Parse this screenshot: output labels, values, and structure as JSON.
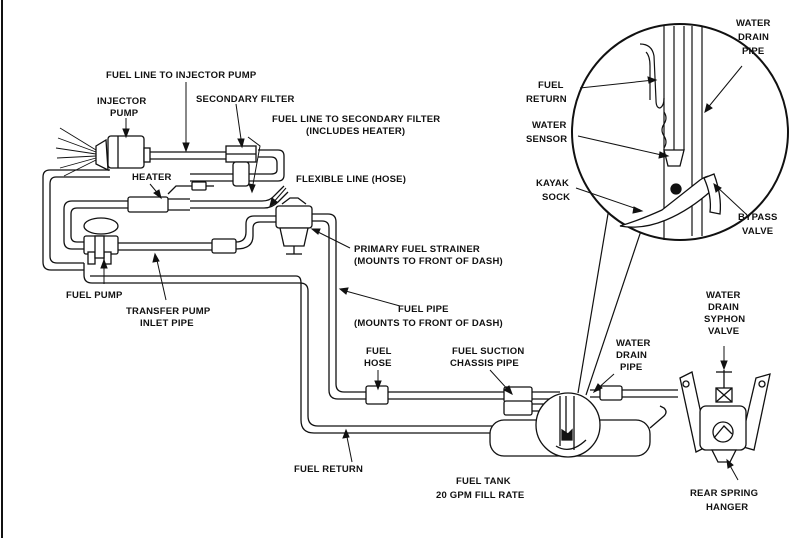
{
  "colors": {
    "line": "#111111",
    "background": "#ffffff"
  },
  "labels": {
    "fuel_line_to_injector_pump": "FUEL LINE TO INJECTOR PUMP",
    "injector_pump_1": "INJECTOR",
    "injector_pump_2": "PUMP",
    "secondary_filter": "SECONDARY FILTER",
    "fuel_line_to_secondary_filter_1": "FUEL LINE TO SECONDARY FILTER",
    "fuel_line_to_secondary_filter_2": "(INCLUDES HEATER)",
    "heater": "HEATER",
    "flexible_line": "FLEXIBLE LINE (HOSE)",
    "primary_fuel_strainer_1": "PRIMARY FUEL STRAINER",
    "primary_fuel_strainer_2": "(MOUNTS TO FRONT OF DASH)",
    "fuel_pump": "FUEL PUMP",
    "transfer_pump_inlet_1": "TRANSFER PUMP",
    "transfer_pump_inlet_2": "INLET PIPE",
    "fuel_pipe_1": "FUEL PIPE",
    "fuel_pipe_2": "(MOUNTS TO FRONT OF DASH)",
    "fuel_hose_1": "FUEL",
    "fuel_hose_2": "HOSE",
    "fuel_suction_1": "FUEL SUCTION",
    "fuel_suction_2": "CHASSIS PIPE",
    "fuel_return_bottom": "FUEL RETURN",
    "fuel_tank_1": "FUEL TANK",
    "fuel_tank_2": "20 GPM FILL RATE",
    "water_drain_pipe_mid_1": "WATER",
    "water_drain_pipe_mid_2": "DRAIN",
    "water_drain_pipe_mid_3": "PIPE",
    "water_drain_top_1": "WATER",
    "water_drain_top_2": "DRAIN",
    "water_drain_top_3": "PIPE",
    "fuel_return_top_1": "FUEL",
    "fuel_return_top_2": "RETURN",
    "water_sensor_1": "WATER",
    "water_sensor_2": "SENSOR",
    "kayak_sock_1": "KAYAK",
    "kayak_sock_2": "SOCK",
    "bypass_valve_1": "BYPASS",
    "bypass_valve_2": "VALVE",
    "syphon_valve_1": "WATER",
    "syphon_valve_2": "DRAIN",
    "syphon_valve_3": "SYPHON",
    "syphon_valve_4": "VALVE",
    "rear_spring_hanger_1": "REAR SPRING",
    "rear_spring_hanger_2": "HANGER"
  }
}
